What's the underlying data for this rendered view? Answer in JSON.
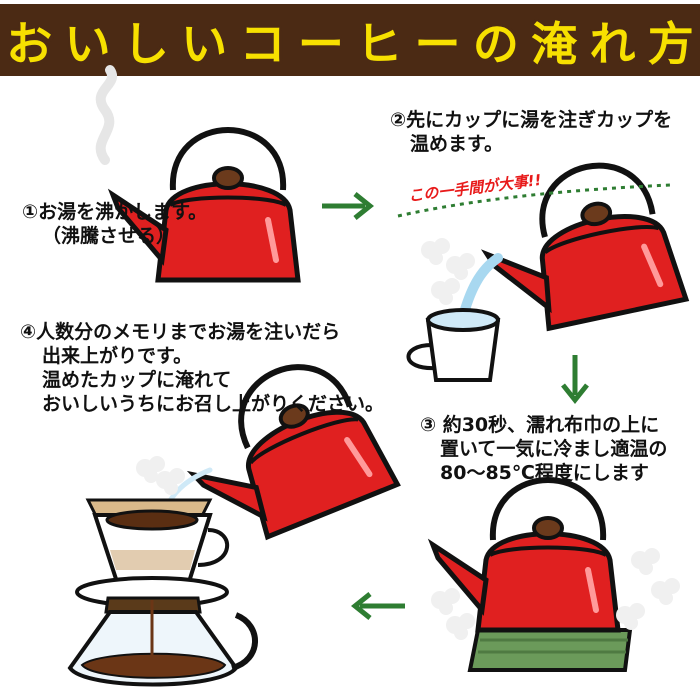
{
  "title": {
    "chars": [
      "お",
      "い",
      "し",
      "い",
      "コ",
      "ー",
      "ヒ",
      "ー",
      "の",
      "淹",
      "れ",
      "方"
    ]
  },
  "steps": {
    "step1": {
      "line1": "①お湯を沸かします。",
      "line2": "（沸騰させる）"
    },
    "step2": {
      "line1": "②先にカップに湯を注ぎカップを",
      "line2": "温めます。",
      "note": "この一手間が大事!!"
    },
    "step3": {
      "line1": "③ 約30秒、濡れ布巾の上に",
      "line2": "置いて一気に冷まし適温の",
      "line3": "80〜85℃程度にします"
    },
    "step4": {
      "line1": "④人数分のメモリまでお湯を注いだら",
      "line2": "出来上がりです。",
      "line3": "温めたカップに淹れて",
      "line4": "おいしいうちにお召し上がりください。"
    }
  },
  "colors": {
    "title_bg": "#4b2a14",
    "title_text": "#f7e000",
    "kettle": "#e02020",
    "arrow": "#2e7d32",
    "note": "#e81a1a",
    "towel": "#6b9a5a"
  },
  "icons": [
    "kettle-icon",
    "cup-icon",
    "coffee-dripper-icon",
    "arrow-right-icon",
    "arrow-down-icon",
    "arrow-left-icon",
    "towel-icon",
    "steam-icon"
  ]
}
